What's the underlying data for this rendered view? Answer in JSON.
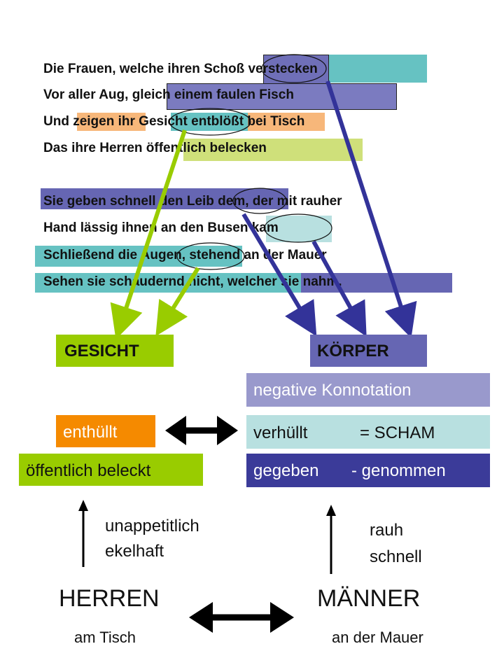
{
  "poem": {
    "lines": [
      "Die Frauen, welche ihren Schoß verstecken",
      "Vor aller Aug, gleich einem faulen Fisch",
      "Und zeigen ihr Gesicht entblößt bei Tisch",
      "Das ihre Herren öffentlich belecken",
      "Sie geben schnell den Leib dem, der mit rauher",
      "Hand lässig ihnen an den Busen kam",
      "Schließend die Augen, stehend an der Mauer",
      "Sehen sie schaudernd nicht, welcher sie nahm."
    ]
  },
  "categories": {
    "face": "GESICHT",
    "body": "KÖRPER"
  },
  "left_boxes": {
    "revealed": "enthüllt",
    "licked": "öffentlich beleckt"
  },
  "right_boxes": {
    "negative": "negative Konnotation",
    "covered": "verhüllt",
    "shame": "= SCHAM",
    "given": "gegeben",
    "taken": "- genommen"
  },
  "notes": {
    "left_line1": "unappetitlich",
    "left_line2": "ekelhaft",
    "right_line1": "rauh",
    "right_line2": "schnell"
  },
  "bottom": {
    "herren": "HERREN",
    "maenner": "MÄNNER",
    "herren_place": "am Tisch",
    "maenner_place": "an der Mauer"
  },
  "colors": {
    "teal": "#66c2c2",
    "navy_violet": "#6666b3",
    "orange": "#f7b77a",
    "lime": "#cfe07a",
    "green": "#99cc00",
    "violet_box": "#6666b3",
    "lavender": "#9999cc",
    "pale_cyan": "#b8e0e0",
    "dark_violet": "#3b3b99",
    "orange_box": "#f58a00"
  }
}
